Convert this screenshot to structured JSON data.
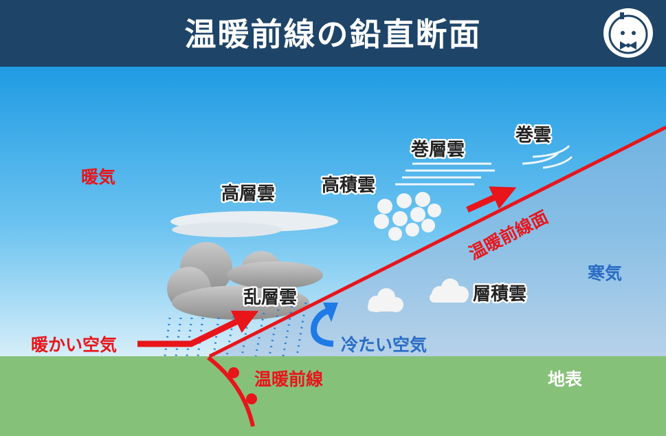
{
  "title": "温暖前線の鉛直断面",
  "logo": "weather-mascot-logo",
  "labels": {
    "warm_air_mass": "暖気",
    "cold_air_mass": "寒気",
    "altostratus": "高層雲",
    "altocumulus": "高積雲",
    "cirrostratus": "巻層雲",
    "cirrus": "巻雲",
    "nimbostratus": "乱層雲",
    "stratocumulus": "層積雲",
    "frontal_surface": "温暖前線面",
    "warm_air_flow": "暖かい空気",
    "cold_air_flow": "冷たい空気",
    "ground": "地表",
    "warm_front": "温暖前線"
  },
  "colors": {
    "header": "#1e4468",
    "warm": "#e8151b",
    "cold": "#2a6cc4",
    "ground": "#86c17a"
  }
}
